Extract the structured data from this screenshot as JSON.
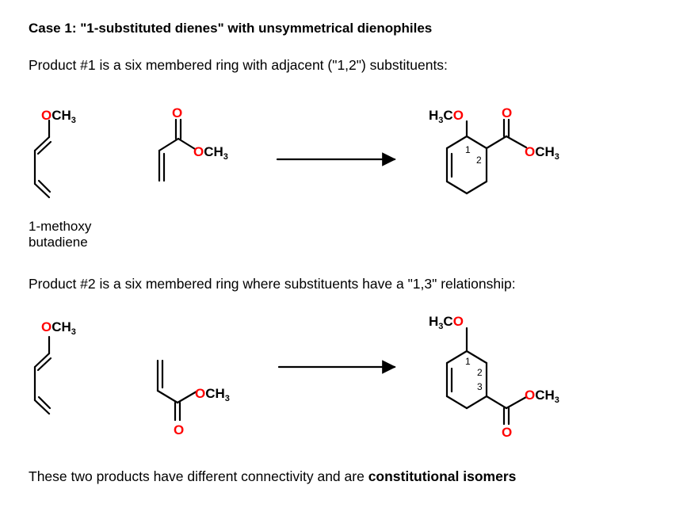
{
  "heading": "Case 1: \"1-substituted dienes\" with unsymmetrical dienophiles",
  "product1_text": "Product #1 is a six membered ring with adjacent (\"1,2\") substituents:",
  "product2_text": "Product #2  is a six membered ring where substituents have a \"1,3\" relationship:",
  "diene_name_line1": "1-methoxy",
  "diene_name_line2": "butadiene",
  "footer_plain": "These two products have different connectivity and are ",
  "footer_bold": "constitutional isomers",
  "labels": {
    "o_atom": "O",
    "ch3": "CH",
    "sub3": "3",
    "h3c_h": "H",
    "h3c_c": "C",
    "num1": "1",
    "num2": "2",
    "num3": "3"
  },
  "colors": {
    "oxygen": "#ff0000",
    "bond": "#000000"
  }
}
